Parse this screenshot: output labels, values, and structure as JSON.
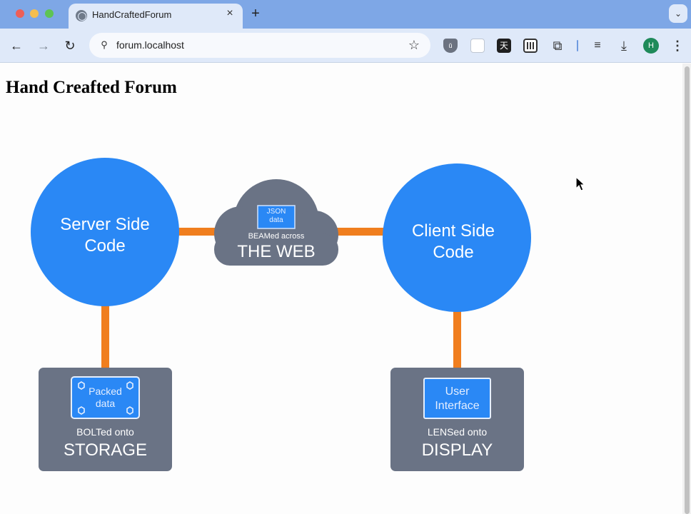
{
  "browser": {
    "tab_title": "HandCraftedForum",
    "tab_close_glyph": "×",
    "new_tab_glyph": "+",
    "tab_menu_glyph": "⌄",
    "url": "forum.localhost",
    "back_glyph": "←",
    "forward_glyph": "→",
    "reload_glyph": "↻",
    "site_info_glyph": "⚲",
    "bookmark_glyph": "☆",
    "extensions": [
      {
        "name": "ublock-icon",
        "glyph": "ŭ"
      },
      {
        "name": "blank-extension-icon",
        "glyph": ""
      },
      {
        "name": "tian-extension-icon",
        "glyph": "天"
      },
      {
        "name": "qr-code-icon",
        "glyph": ""
      },
      {
        "name": "extensions-puzzle-icon",
        "glyph": "⧉"
      },
      {
        "name": "media-control-icon",
        "glyph": "≡"
      },
      {
        "name": "download-icon",
        "glyph": "⤓"
      }
    ],
    "profile_initial": "H",
    "menu_glyph": "⋮",
    "colors": {
      "tabstrip": "#7ea7e6",
      "toolbar": "#dfe9f9",
      "profile": "#1f8a5a"
    }
  },
  "page": {
    "heading": "Hand Creafted Forum"
  },
  "diagram": {
    "server_circle": {
      "line1": "Server Side",
      "line2": "Code"
    },
    "client_circle": {
      "line1": "Client Side",
      "line2": "Code"
    },
    "cloud": {
      "inner_line1": "JSON",
      "inner_line2": "data",
      "caption": "BEAMed across",
      "title": "THE WEB"
    },
    "storage_box": {
      "inner_line1": "Packed",
      "inner_line2": "data",
      "caption": "BOLTed onto",
      "title": "STORAGE"
    },
    "display_box": {
      "inner_line1": "User",
      "inner_line2": "Interface",
      "caption": "LENSed onto",
      "title": "DISPLAY"
    },
    "colors": {
      "circle": "#2a88f5",
      "connector": "#f07e1e",
      "box": "#6a7385",
      "cloud": "#6a7385",
      "inner": "#2a88f5"
    }
  }
}
